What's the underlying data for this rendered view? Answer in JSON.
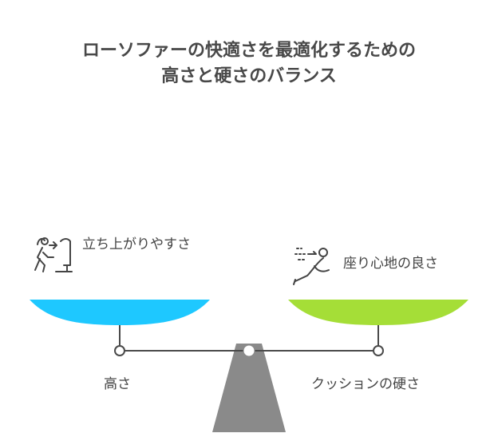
{
  "title": {
    "line1": "ローソファーの快適さを最適化するための",
    "line2": "高さと硬さのバランス"
  },
  "left": {
    "benefit_label": "立ち上がりやすさ",
    "factor_label": "高さ",
    "icon": "person-standing-up-from-seat-icon",
    "pan_color": "#1ec8ff"
  },
  "right": {
    "benefit_label": "座り心地の良さ",
    "factor_label": "クッションの硬さ",
    "icon": "reclining-person-relaxed-icon",
    "pan_color": "#a5de37"
  },
  "colors": {
    "fulcrum": "#8a8a8a",
    "beam": "#4a4a4a",
    "text": "#444444"
  }
}
